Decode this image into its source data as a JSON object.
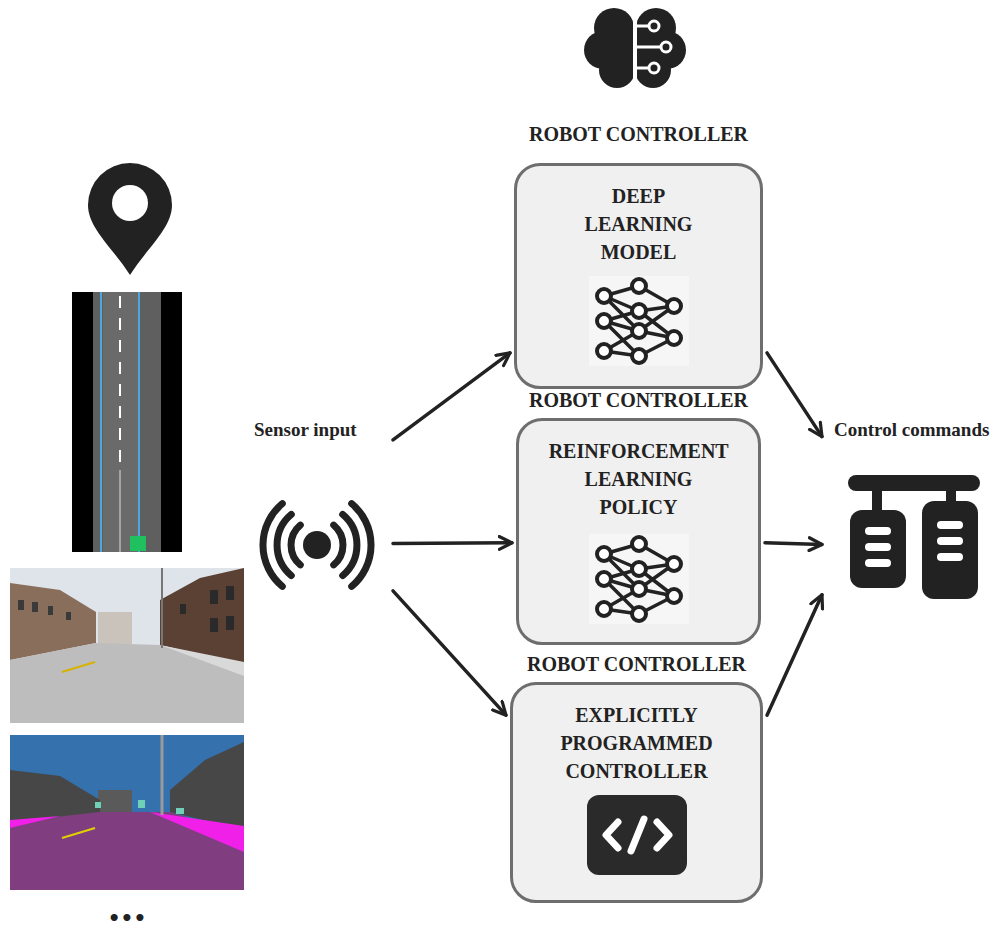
{
  "diagram": {
    "nodes": [
      {
        "text": [
          "Sensor input"
        ]
      },
      {
        "text": [
          "ROBOT CONTROLLER",
          "DEEP LEARNING MODEL"
        ]
      },
      {
        "text": [
          "ROBOT CONTROLLER",
          "REINFORCEMENT LEARNING POLICY"
        ]
      },
      {
        "text": [
          "ROBOT CONTROLLER",
          "EXPLICITLY PROGRAMMED CONTROLLER"
        ]
      },
      {
        "text": [
          "Control commands"
        ]
      }
    ],
    "edges": [
      {
        "from": 0,
        "to": 1,
        "arrow": "to"
      },
      {
        "from": 0,
        "to": 2,
        "arrow": "to"
      },
      {
        "from": 0,
        "to": 3,
        "arrow": "to"
      },
      {
        "from": 1,
        "to": 4,
        "arrow": "to"
      },
      {
        "from": 2,
        "to": 4,
        "arrow": "to"
      },
      {
        "from": 3,
        "to": 4,
        "arrow": "to"
      }
    ],
    "labels": [
      "•••"
    ]
  }
}
